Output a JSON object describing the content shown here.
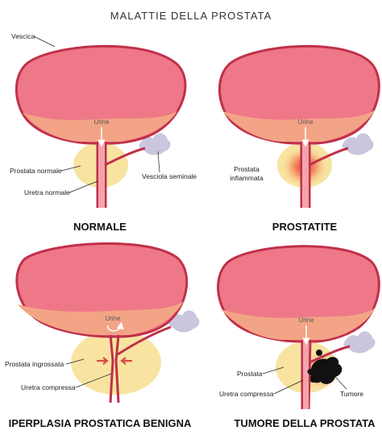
{
  "title": "MALATTIE DELLA PROSTATA",
  "panels": {
    "normal": {
      "caption": "NORMALE",
      "labels": {
        "vescica": "Vescica",
        "urine": "Urine",
        "prostata": "Prostata normale",
        "uretra": "Uretra normale",
        "vesciola": "Vesciola seminale"
      }
    },
    "prostatitis": {
      "caption": "PROSTATITE",
      "labels": {
        "urine": "Urine",
        "prostata_line1": "Prostata",
        "prostata_line2": "infiammata"
      }
    },
    "bph": {
      "caption": "IPERPLASIA PROSTATICA BENIGNA",
      "labels": {
        "urine": "Urine",
        "prostata": "Prostata ingrossata",
        "uretra": "Uretra compressa"
      }
    },
    "cancer": {
      "caption": "TUMORE DELLA PROSTATA",
      "labels": {
        "urine": "Urine",
        "prostata": "Prostata",
        "uretra": "Uretra compressa",
        "tumore": "Tumore"
      }
    }
  },
  "colors": {
    "bladder_wall": "#c0304a",
    "bladder_fill": "#ee7888",
    "urine_fill": "#f3a486",
    "prostate": "#f8e4a0",
    "inflammation": "#e8202a",
    "tumor": "#111111",
    "vesicle": "#c9c6de",
    "arrow": "#d94b4b"
  }
}
